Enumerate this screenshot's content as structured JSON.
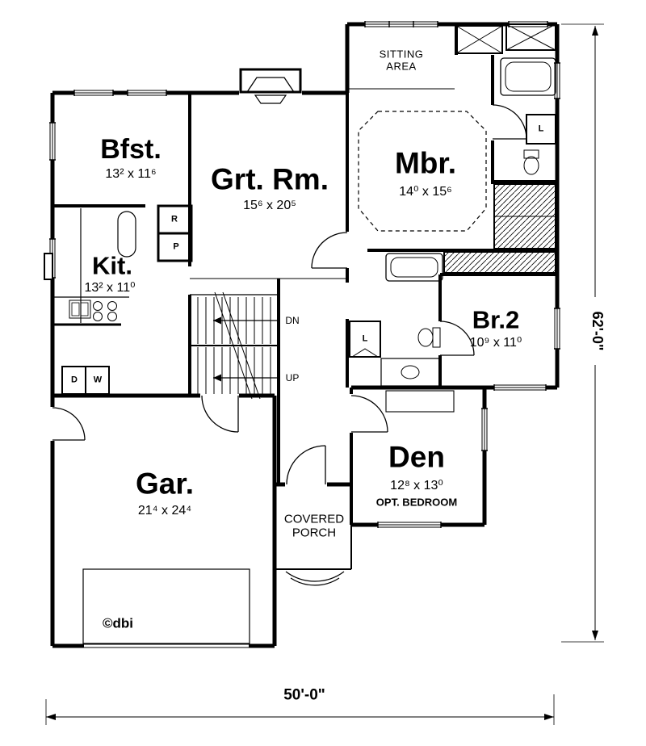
{
  "plan": {
    "rooms": {
      "sitting": {
        "line1": "SITTING",
        "line2": "AREA"
      },
      "bfst": {
        "name": "Bfst.",
        "dims": "13² x 11⁶"
      },
      "grt_rm": {
        "name": "Grt. Rm.",
        "dims": "15⁶ x 20⁵"
      },
      "mbr": {
        "name": "Mbr.",
        "dims": "14⁰ x 15⁶"
      },
      "kit": {
        "name": "Kit.",
        "dims": "13² x 11⁰"
      },
      "br2": {
        "name": "Br.2",
        "dims": "10⁹ x 11⁰"
      },
      "den": {
        "name": "Den",
        "dims": "12⁸ x 13⁰",
        "note": "OPT. BEDROOM"
      },
      "gar": {
        "name": "Gar.",
        "dims": "21⁴ x 24⁴"
      },
      "porch": {
        "line1": "COVERED",
        "line2": "PORCH"
      }
    },
    "annotations": {
      "range": "R",
      "pantry": "P",
      "linen_master": "L",
      "linen_hall": "L",
      "stairs_down": "DN",
      "stairs_up": "UP",
      "dryer": "D",
      "washer": "W",
      "copyright": "©dbi"
    },
    "dimensions": {
      "overall_depth": "62'-0\"",
      "overall_width": "50'-0\""
    },
    "colors": {
      "ink": "#000000",
      "paper": "#ffffff"
    }
  }
}
